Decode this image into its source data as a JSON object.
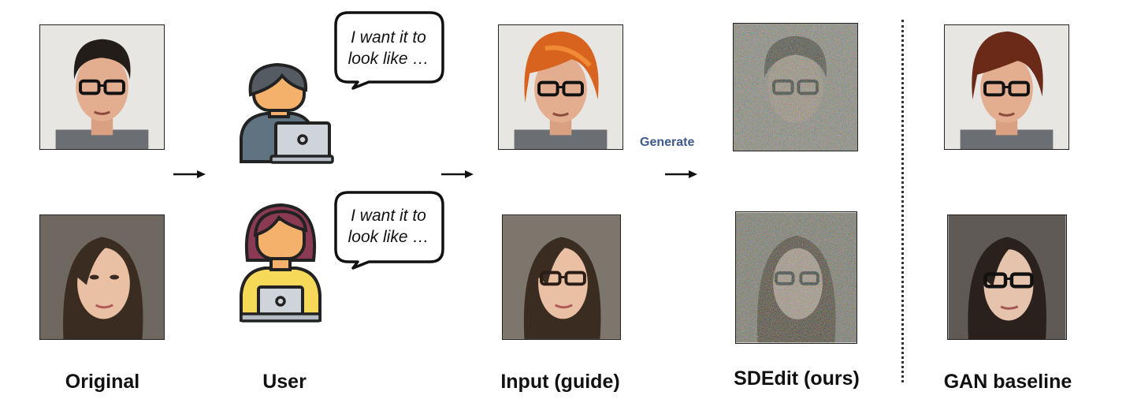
{
  "captions": {
    "original": "Original",
    "user": "User",
    "input": "Input (guide)",
    "sdedit": "SDEdit (ours)",
    "gan": "GAN baseline"
  },
  "bubbles": {
    "top": {
      "line1": "I want it to",
      "line2": "look like …"
    },
    "bottom": {
      "line1": "I want it to",
      "line2": "look like …"
    }
  },
  "generate_label": "Generate",
  "colors": {
    "text": "#111111",
    "generate": "#3c5a8e",
    "skin": "#f4b16b",
    "male_shirt": "#5f7380",
    "female_shirt": "#f7d95a",
    "female_hair": "#8a3a52",
    "laptop": "#cfd4da"
  },
  "icons": {
    "male_user": "man-at-laptop-icon",
    "female_user": "woman-at-laptop-icon",
    "bubble": "speech-bubble-icon",
    "arrow": "right-arrow-icon"
  }
}
